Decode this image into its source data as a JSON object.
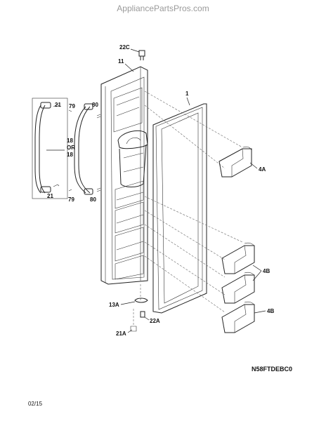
{
  "watermark": "AppliancePartsPros.com",
  "model_code": "N58FTDEBC0",
  "date_code": "02/15",
  "callouts": {
    "c22c": "22C",
    "c11": "11",
    "c1": "1",
    "c21_top": "21",
    "c79_top": "79",
    "c80_top": "80",
    "c18": "18",
    "c_or": "OR",
    "c18b": "18",
    "c21_bottom": "21",
    "c79_bottom": "79",
    "c80_bottom": "80",
    "c4a": "4A",
    "c4b_top": "4B",
    "c4b_bottom": "4B",
    "c13a": "13A",
    "c22a": "22A",
    "c21a": "21A"
  }
}
